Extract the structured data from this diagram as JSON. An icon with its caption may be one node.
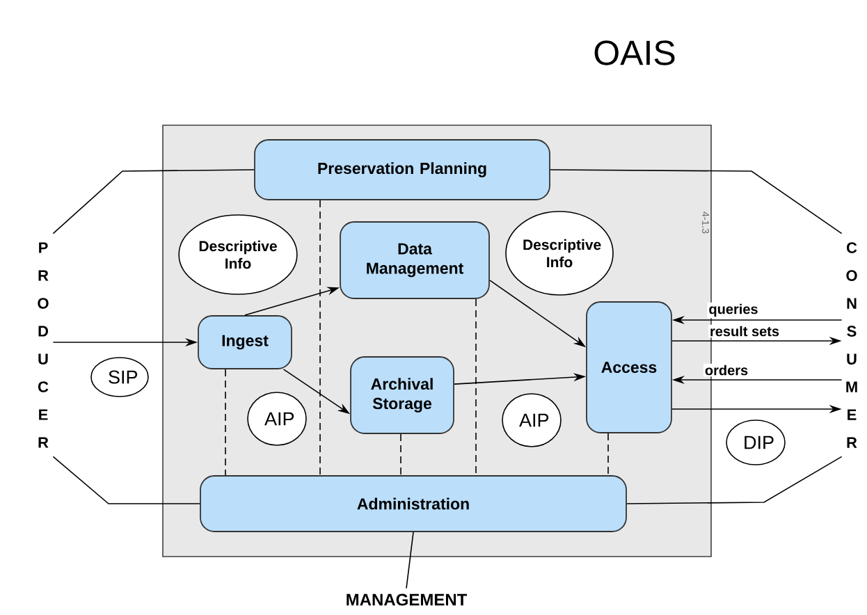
{
  "diagram": {
    "title": "OAIS",
    "nodes": [
      {
        "text": [],
        "shape": "box"
      },
      {
        "text": [
          "P R O D U C E R"
        ]
      },
      {
        "text": [
          "C O N S U M E R"
        ]
      },
      {
        "text": [
          "MANAGEMENT"
        ]
      },
      {
        "text": [
          "Preservation Planning"
        ],
        "in": 0
      },
      {
        "text": [
          "Descriptive Info"
        ],
        "in": 0
      },
      {
        "text": [
          "Data Management"
        ],
        "in": 0
      },
      {
        "text": [
          "Descriptive Info"
        ],
        "in": 0
      },
      {
        "text": [
          "Ingest"
        ],
        "in": 0
      },
      {
        "text": [
          "SIP"
        ]
      },
      {
        "text": [
          "Archival Storage"
        ],
        "in": 0
      },
      {
        "text": [
          "AIP"
        ],
        "in": 0
      },
      {
        "text": [
          "AIP"
        ],
        "in": 0
      },
      {
        "text": [
          "Access"
        ],
        "in": 0
      },
      {
        "text": [
          "DIP"
        ]
      },
      {
        "text": [
          "Administration"
        ],
        "in": 0
      }
    ],
    "edges": [
      {
        "from": 1,
        "to": 8,
        "arrow": "to"
      },
      {
        "from": 1,
        "to": 4,
        "arrow": "none"
      },
      {
        "from": 1,
        "to": 15,
        "arrow": "none"
      },
      {
        "from": 2,
        "to": 4,
        "arrow": "none"
      },
      {
        "from": 2,
        "to": 15,
        "arrow": "none"
      },
      {
        "from": 15,
        "to": 3,
        "arrow": "none"
      },
      {
        "from": 8,
        "to": 6,
        "arrow": "to"
      },
      {
        "from": 8,
        "to": 10,
        "arrow": "to"
      },
      {
        "from": 6,
        "to": 13,
        "arrow": "to"
      },
      {
        "from": 10,
        "to": 13,
        "arrow": "to"
      },
      {
        "from": 2,
        "to": 13,
        "arrow": "to",
        "label": "queries"
      },
      {
        "from": 13,
        "to": 2,
        "arrow": "to",
        "label": "result sets"
      },
      {
        "from": 2,
        "to": 13,
        "arrow": "to",
        "label": "orders"
      },
      {
        "from": 13,
        "to": 2,
        "arrow": "to"
      },
      {
        "from": 8,
        "to": 15,
        "arrow": "none",
        "style": "dashed"
      },
      {
        "from": 4,
        "to": 15,
        "arrow": "none",
        "style": "dashed"
      },
      {
        "from": 10,
        "to": 15,
        "arrow": "none",
        "style": "dashed"
      },
      {
        "from": 6,
        "to": 15,
        "arrow": "none",
        "style": "dashed"
      },
      {
        "from": 13,
        "to": 15,
        "arrow": "none",
        "style": "dashed"
      }
    ],
    "labels": [
      "4-1.3"
    ]
  }
}
